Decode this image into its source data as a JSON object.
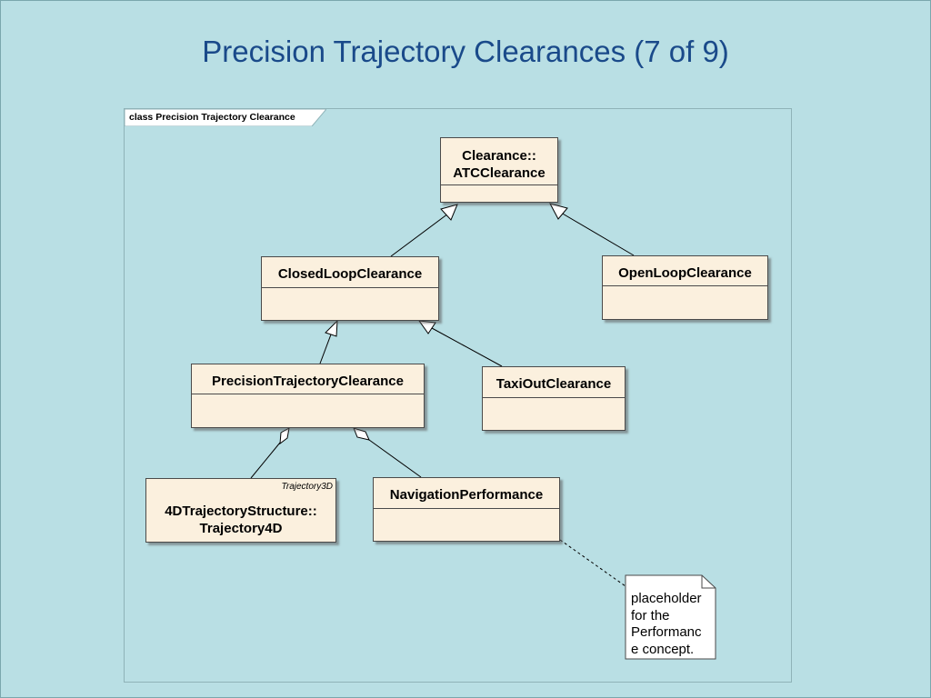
{
  "slide": {
    "title": "Precision Trajectory Clearances (7 of 9)"
  },
  "diagram": {
    "frame_label": "class Precision Trajectory Clearance",
    "classes": {
      "atc_clearance": {
        "line1": "Clearance::",
        "line2": "ATCClearance"
      },
      "closed_loop": {
        "name": "ClosedLoopClearance"
      },
      "open_loop": {
        "name": "OpenLoopClearance"
      },
      "precision_trajectory": {
        "name": "PrecisionTrajectoryClearance"
      },
      "taxi_out": {
        "name": "TaxiOutClearance"
      },
      "trajectory4d": {
        "stereotype": "Trajectory3D",
        "line1": "4DTrajectoryStructure::",
        "line2": "Trajectory4D"
      },
      "navigation_performance": {
        "name": "NavigationPerformance"
      }
    },
    "note": {
      "lines": [
        "placeholder",
        "for the",
        "Performanc",
        "e concept."
      ]
    }
  },
  "colors": {
    "background": "#b9dfe4",
    "title": "#1a4a8a",
    "class_fill": "#fbf0de"
  }
}
